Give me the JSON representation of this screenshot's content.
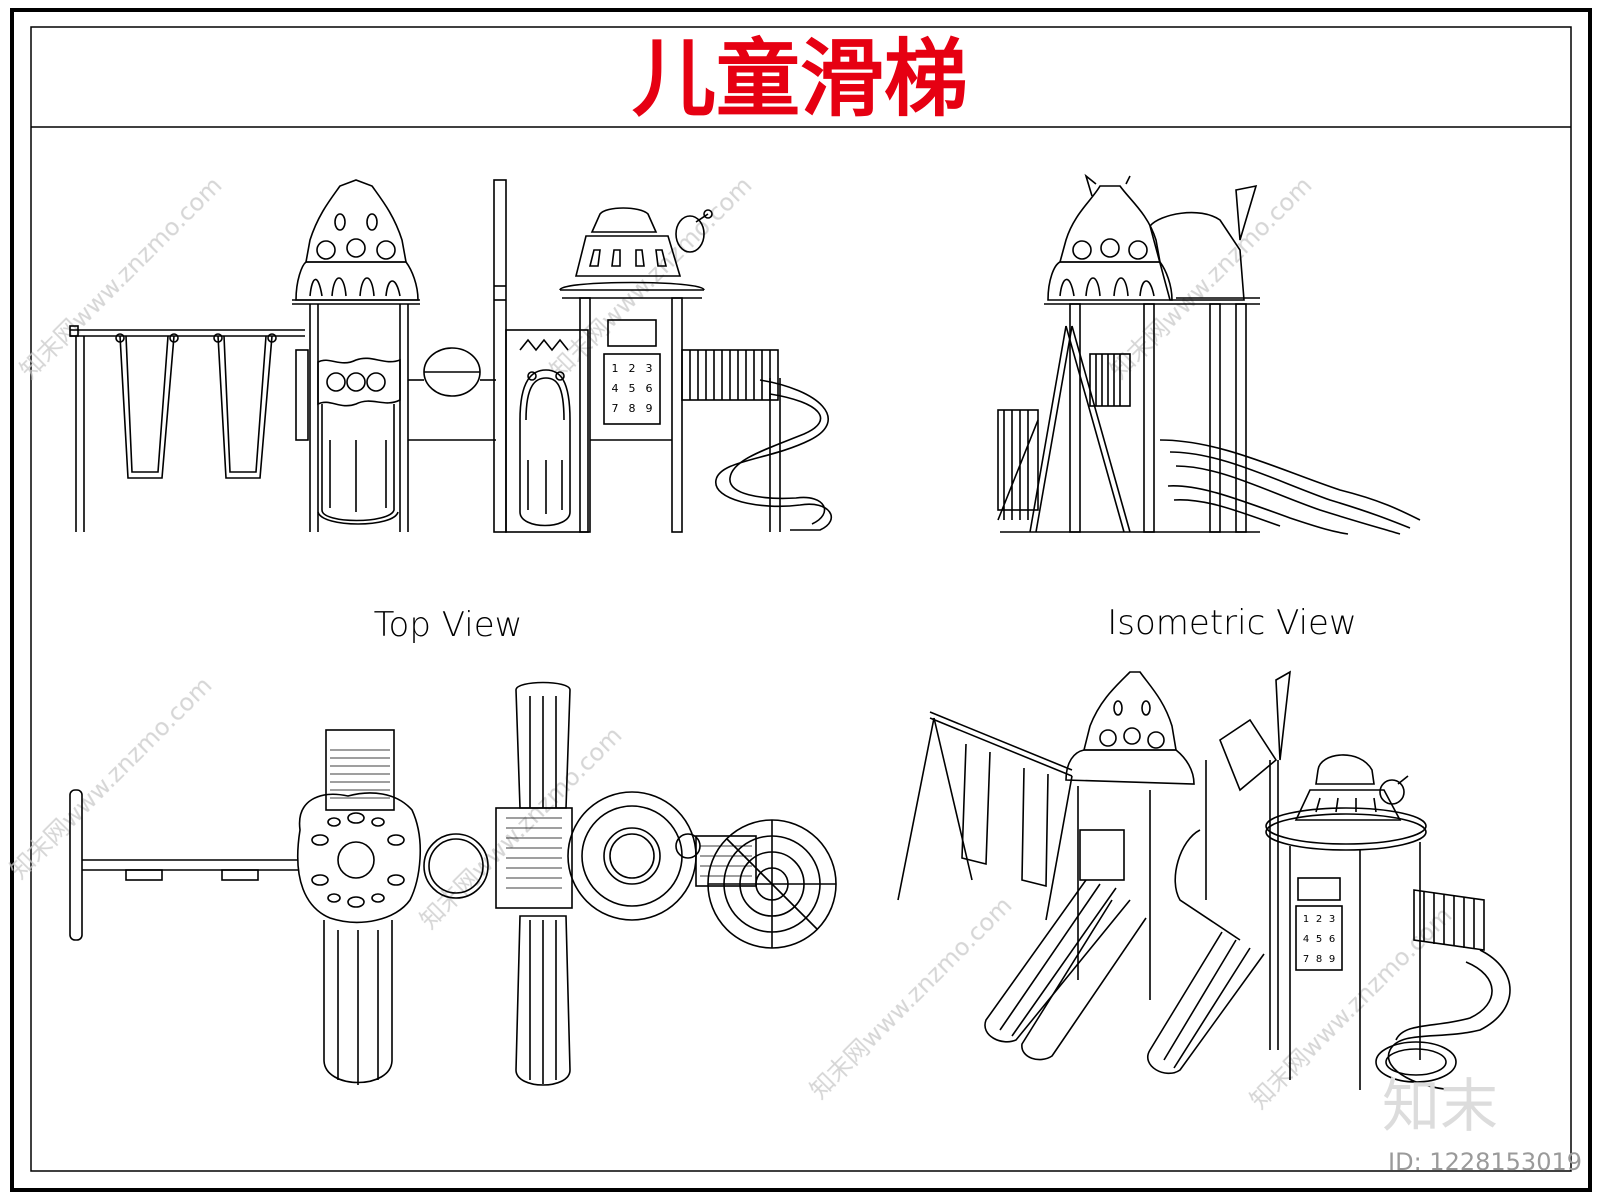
{
  "title": "儿童滑梯",
  "colors": {
    "title": "#e60012",
    "line": "#000000",
    "paper": "#ffffff",
    "watermark": "#c8c8c8",
    "id_text": "#9a9a9a"
  },
  "views": {
    "top_view_label": "Top View",
    "isometric_view_label": "Isometric View"
  },
  "panel_numbers": [
    "1",
    "2",
    "3",
    "4",
    "5",
    "6",
    "7",
    "8",
    "9"
  ],
  "watermark": {
    "site_text": "知末网www.znzmo.com",
    "logo_text": "知末",
    "id_text": "ID: 1228153019"
  }
}
